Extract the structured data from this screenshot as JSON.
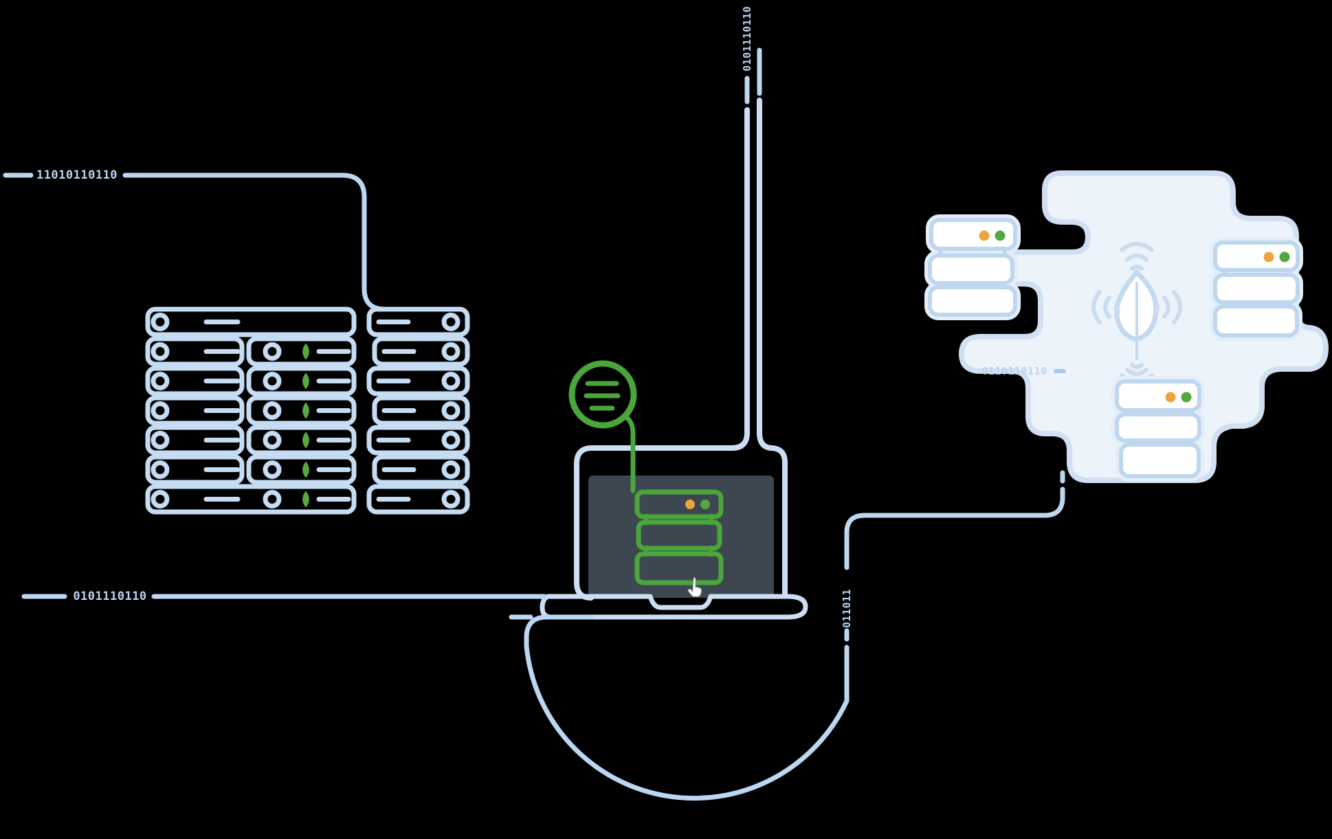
{
  "illustration": {
    "description": "Database migration illustration: on-premise server rack to laptop to MongoDB cloud",
    "labels": {
      "rack_connection": "11010110110",
      "top_connection_vertical": "0101110110",
      "laptop_connection": "0101110110",
      "cloud_inline": "0110110110",
      "atlas_connection_vertical": "011011"
    },
    "colors": {
      "background": "#000000",
      "connector_blue": "#bcd7f1",
      "outline_blue": "#c6dcf2",
      "laptop_frame_blue": "#cbdef3",
      "cloud_fill": "#edf3fa",
      "cloud_stroke": "#d0e0f2",
      "server_fill": "#ffffff",
      "server_stroke": "#bed6ee",
      "server_halo": "#e4eefa",
      "screen_dark": "#3d4751",
      "accent_green": "#4aa53b",
      "leaf_green": "#5aa63f",
      "dot_orange": "#eea43c",
      "dot_green": "#55a83f"
    },
    "icons": {
      "rack": "server-rack-icon",
      "rack_leaf": "mongodb-leaf-small-icon",
      "laptop": "laptop-icon",
      "laptop_stack": "database-stack-icon",
      "chat": "chat-bubble-icon",
      "cursor": "hand-pointer-icon",
      "cloud": "cloud-icon",
      "cloud_leaf": "mongodb-leaf-icon",
      "signal": "signal-waves-icon",
      "cloud_stacks": "server-stack-icon"
    }
  }
}
